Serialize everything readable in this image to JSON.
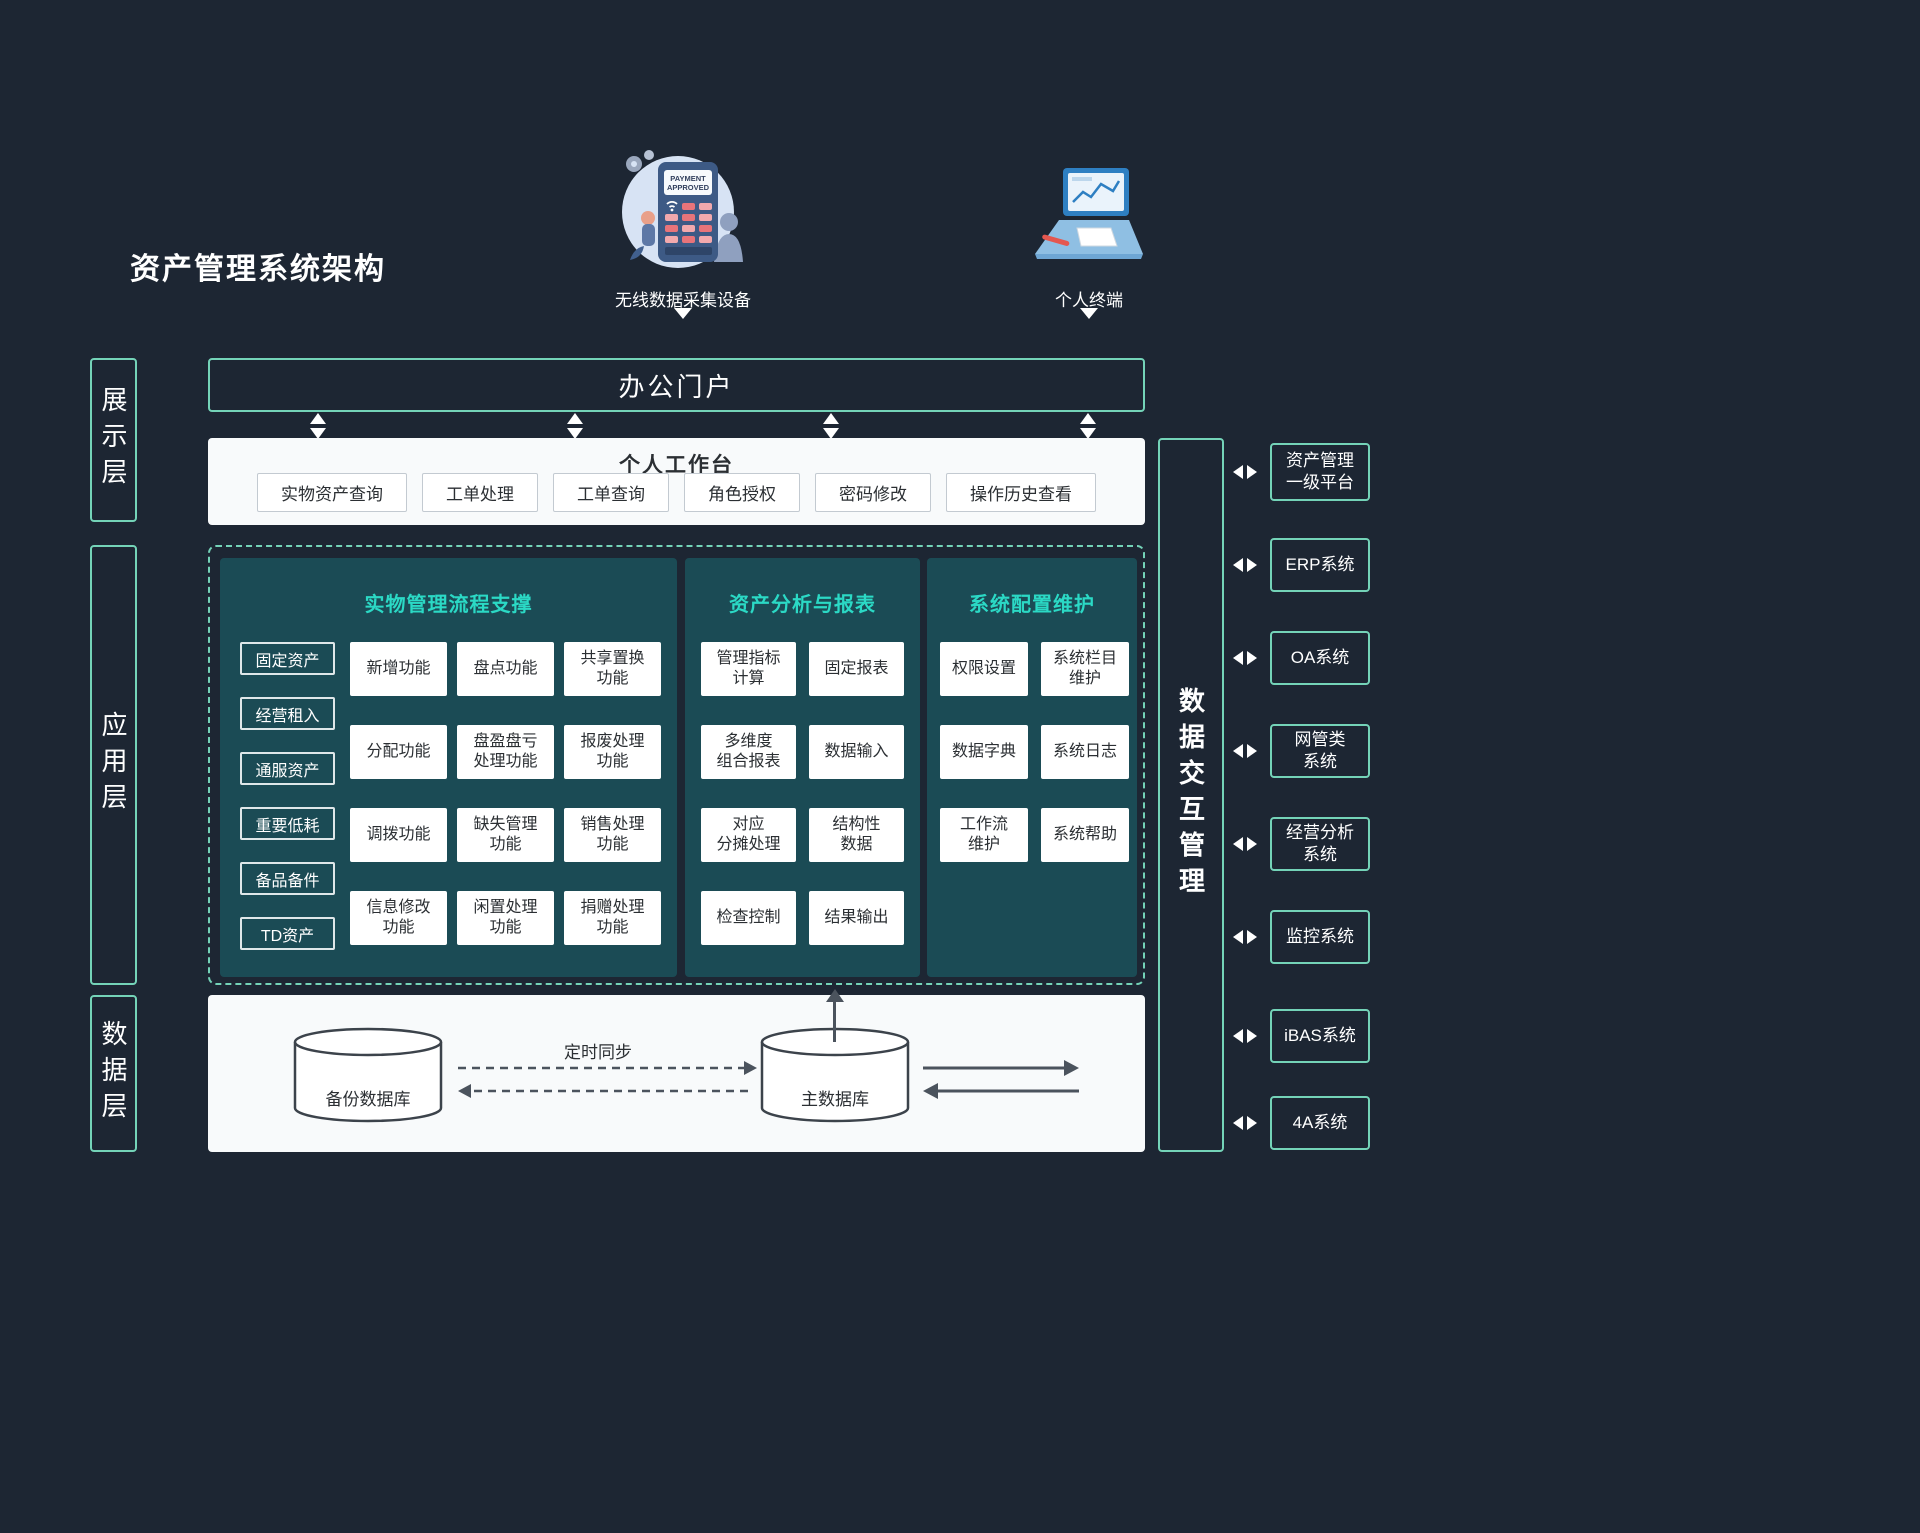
{
  "title": "资产管理系统架构",
  "top_devices": [
    {
      "label": "无线数据采集设备",
      "screen": [
        "PAYMENT",
        "APPROVED"
      ]
    },
    {
      "label": "个人终端"
    }
  ],
  "layers": [
    {
      "label": "展示层"
    },
    {
      "label": "应用层"
    },
    {
      "label": "数据层"
    }
  ],
  "portal": {
    "title": "办公门户"
  },
  "workbench": {
    "title": "个人工作台",
    "buttons": [
      "实物资产查询",
      "工单处理",
      "工单查询",
      "角色授权",
      "密码修改",
      "操作历史查看"
    ]
  },
  "app_panels": [
    {
      "title": "实物管理流程支撑",
      "categories": [
        "固定资产",
        "经营租入",
        "通服资产",
        "重要低耗",
        "备品备件",
        "TD资产"
      ],
      "functions": [
        "新增功能",
        "盘点功能",
        "共享置换\n功能",
        "分配功能",
        "盘盈盘亏\n处理功能",
        "报废处理\n功能",
        "调拨功能",
        "缺失管理\n功能",
        "销售处理\n功能",
        "信息修改\n功能",
        "闲置处理\n功能",
        "捐赠处理\n功能"
      ]
    },
    {
      "title": "资产分析与报表",
      "functions": [
        "管理指标\n计算",
        "固定报表",
        "多维度\n组合报表",
        "数据输入",
        "对应\n分摊处理",
        "结构性\n数据",
        "检查控制",
        "结果输出"
      ]
    },
    {
      "title": "系统配置维护",
      "functions": [
        "权限设置",
        "系统栏目\n维护",
        "数据字典",
        "系统日志",
        "工作流\n维护",
        "系统帮助"
      ]
    }
  ],
  "data_layer": {
    "sync_label": "定时同步",
    "backup_db": "备份数据库",
    "main_db": "主数据库"
  },
  "interaction_panel": {
    "title": "数据交互管理"
  },
  "external_systems": [
    "资产管理\n一级平台",
    "ERP系统",
    "OA系统",
    "网管类\n系统",
    "经营分析\n系统",
    "监控系统",
    "iBAS系统",
    "4A系统"
  ],
  "colors": {
    "background": "#1d2633",
    "accent": "#74d3b8",
    "panel": "#1b4b55",
    "panel_title": "#2bd9c5",
    "surface": "#f8fafb",
    "dark_text": "#2b2f33"
  }
}
